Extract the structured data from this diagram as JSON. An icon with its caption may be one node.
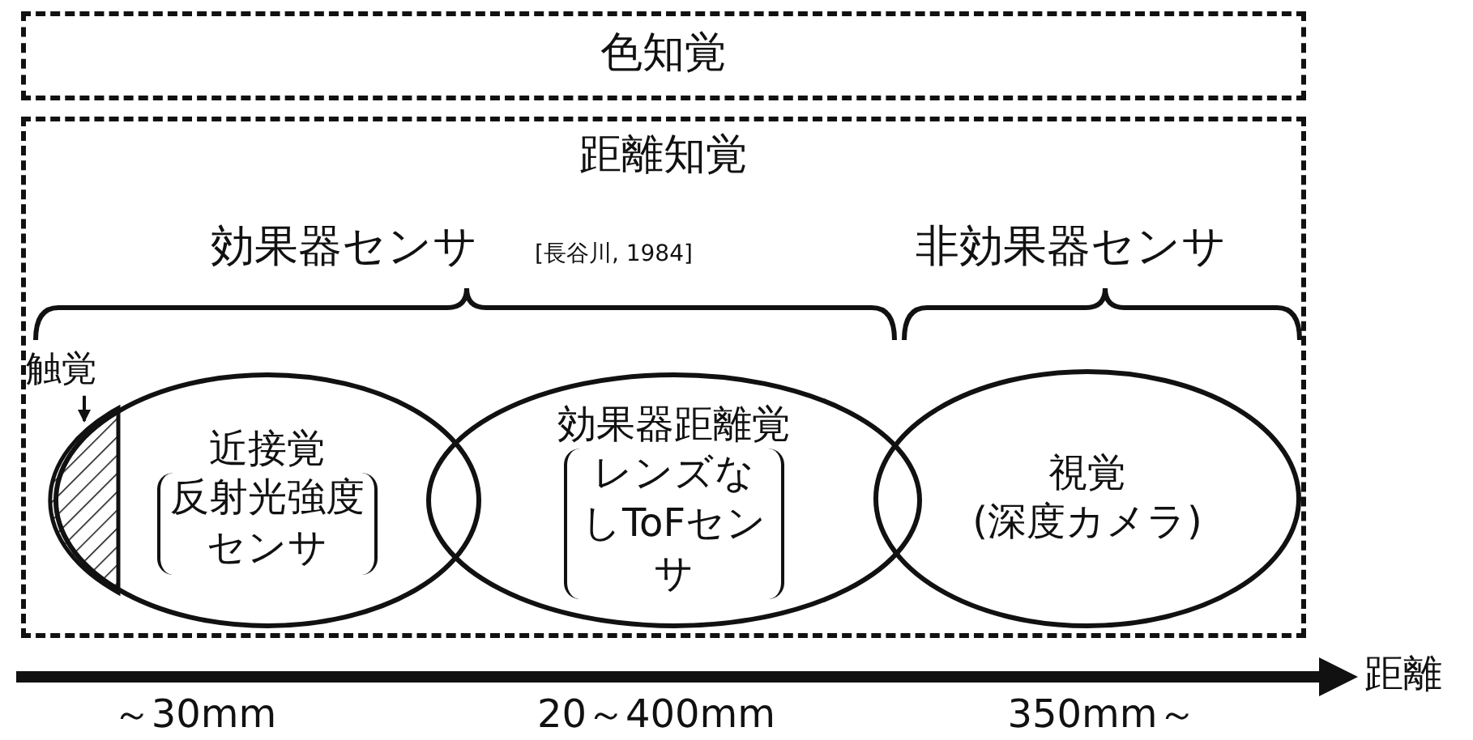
{
  "diagram": {
    "nodes": [
      {
        "text": [
          "色知覚"
        ]
      },
      {
        "text": [
          "距離知覚"
        ]
      },
      {
        "text": [
          "触覚"
        ],
        "in": 1
      },
      {
        "text": [
          "近接覚",
          "反射光強度センサ"
        ],
        "in": 1
      },
      {
        "text": [],
        "shape": "segment",
        "in": 3
      },
      {
        "text": [
          "効果器距離覚",
          "レンズなしToFセンサ"
        ],
        "in": 1
      },
      {
        "text": [
          "視覚",
          "(深度カメラ)"
        ],
        "in": 1
      }
    ],
    "edges": [
      {
        "from": 2,
        "to": 4,
        "arrow": "to"
      }
    ],
    "labels": [
      "効果器センサ",
      "[長谷川, 1984]",
      "非効果器センサ",
      "距離",
      "～30mm",
      "20～400mm",
      "350mm～"
    ]
  }
}
